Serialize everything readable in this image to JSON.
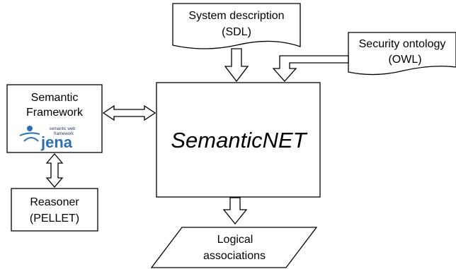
{
  "nodes": {
    "system_description": {
      "line1": "System description",
      "line2": "(SDL)"
    },
    "security_ontology": {
      "line1": "Security ontology",
      "line2": "(OWL)"
    },
    "semantic_framework": {
      "line1": "Semantic",
      "line2": "Framework"
    },
    "jena_logo": {
      "tagline1": "semantic web",
      "tagline2": "framework",
      "wordmark": "jena"
    },
    "semanticnet": {
      "label": "SemanticNET"
    },
    "reasoner": {
      "line1": "Reasoner",
      "line2": "(PELLET)"
    },
    "logical_associations": {
      "line1": "Logical",
      "line2": "associations"
    }
  },
  "colors": {
    "stroke": "#000000",
    "background": "#ffffff",
    "logo_blue": "#2b6fb8"
  }
}
